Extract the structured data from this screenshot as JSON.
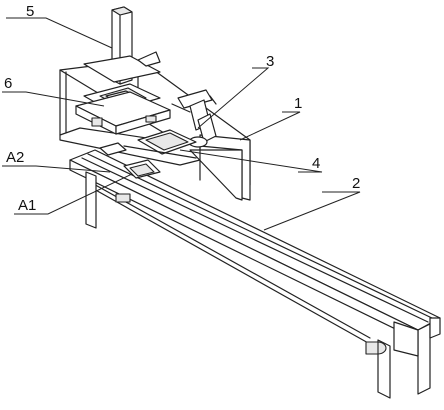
{
  "labels": {
    "l1": "1",
    "l2": "2",
    "l3": "3",
    "l4": "4",
    "l5": "5",
    "l6": "6",
    "lA1": "A1",
    "lA2": "A2"
  }
}
